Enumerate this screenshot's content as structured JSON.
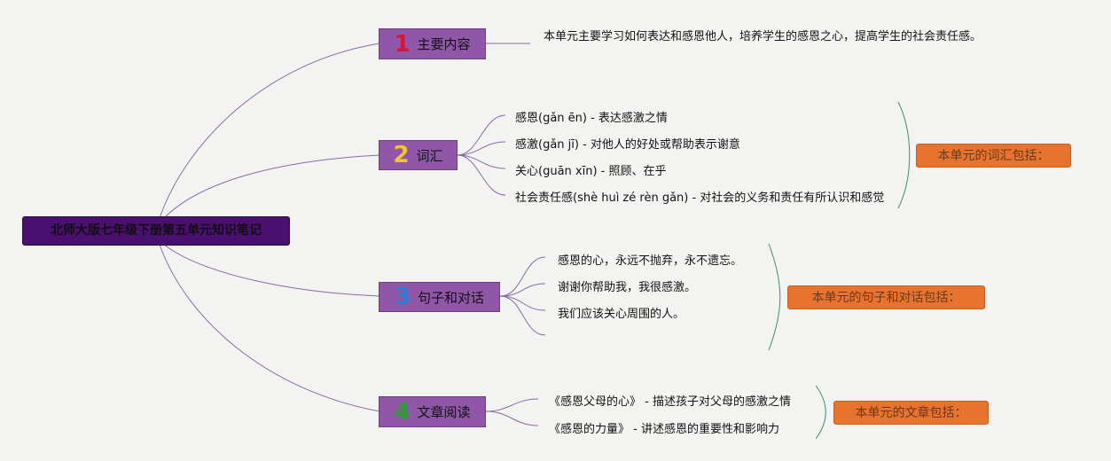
{
  "root": {
    "label": "北师大版七年级下册第五单元知识笔记"
  },
  "colors": {
    "root_bg": "#4a1070",
    "branch_bg": "#9057a8",
    "summary_bg": "#e8732e",
    "num1": "#d4163a",
    "num2": "#f4c430",
    "num3": "#2a7fd4",
    "num4": "#2e9a3a"
  },
  "branches": [
    {
      "num": "1",
      "label": "主要内容",
      "description": "本单元主要学习如何表达和感恩他人，培养学生的感恩之心，提高学生的社会责任感。"
    },
    {
      "num": "2",
      "label": "词汇",
      "items": [
        "感恩(gǎn ēn) - 表达感激之情",
        "感激(gǎn jī) - 对他人的好处或帮助表示谢意",
        "关心(guān xīn) - 照顾、在乎",
        "社会责任感(shè huì zé rèn gǎn) - 对社会的义务和责任有所认识和感觉"
      ],
      "summary": "本单元的词汇包括："
    },
    {
      "num": "3",
      "label": "句子和对话",
      "items": [
        "感恩的心，永远不抛弃，永不遗忘。",
        "谢谢你帮助我，我很感激。",
        "我们应该关心周围的人。"
      ],
      "summary": "本单元的句子和对话包括："
    },
    {
      "num": "4",
      "label": "文章阅读",
      "items": [
        "《感恩父母的心》 - 描述孩子对父母的感激之情",
        "《感恩的力量》 - 讲述感恩的重要性和影响力"
      ],
      "summary": "本单元的文章包括："
    }
  ]
}
